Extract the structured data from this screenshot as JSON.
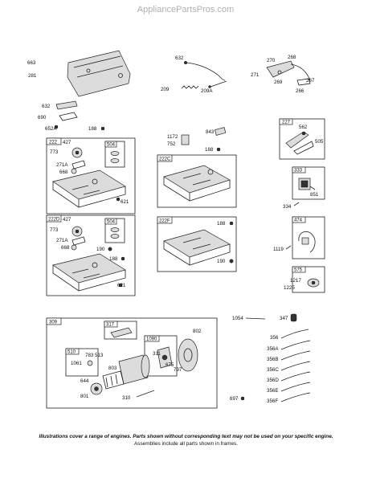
{
  "watermark": "AppliancePartsPros.com",
  "frames": {
    "f222": "222",
    "f504a": "504",
    "f222c": "222C",
    "f227": "227",
    "f333": "333",
    "f222d": "222D",
    "f504b": "504",
    "f222f": "222F",
    "f474": "474",
    "f575": "575",
    "f309": "309",
    "f317": "317",
    "f510": "510",
    "f1090": "1090"
  },
  "labels": {
    "l663": "663",
    "l281": "281",
    "l632": "632",
    "l209": "209",
    "l209a": "209A",
    "l270": "270",
    "l268": "268",
    "l271": "271",
    "l269": "269",
    "l267": "267",
    "l266": "266",
    "l632b": "632",
    "l690": "690",
    "l652a": "652A",
    "l188a": "188",
    "l843": "843",
    "l1172": "1172",
    "l752": "752",
    "l188b": "188",
    "l427a": "427",
    "l773a": "773",
    "l271a": "271A",
    "l668a": "668",
    "l621a": "621",
    "l562": "562",
    "l505": "505",
    "l851": "851",
    "l334": "334",
    "l427b": "427",
    "l773b": "773",
    "l271ab": "271A",
    "l668b": "668",
    "l190a": "190",
    "l188c": "188",
    "l621b": "621",
    "l188d": "188",
    "l190b": "190",
    "l1119": "1119",
    "l1217": "1217",
    "l1225": "1225",
    "l1054": "1054",
    "l347": "347",
    "l356": "356",
    "l356a": "356A",
    "l356b": "356B",
    "l356c": "356C",
    "l356d": "356D",
    "l356e": "356E",
    "l356f": "356F",
    "l802": "802",
    "l783": "783",
    "l513": "513",
    "l1061": "1061",
    "l803": "803",
    "l311": "311",
    "l675": "675",
    "l797": "797",
    "l644": "644",
    "l801": "801",
    "l310": "310",
    "l697": "697"
  },
  "footer": {
    "line1": "Illustrations cover a range of engines. Parts shown without corresponding text may not be used on your specific engine.",
    "line2": "Assemblies include all parts shown in frames."
  }
}
